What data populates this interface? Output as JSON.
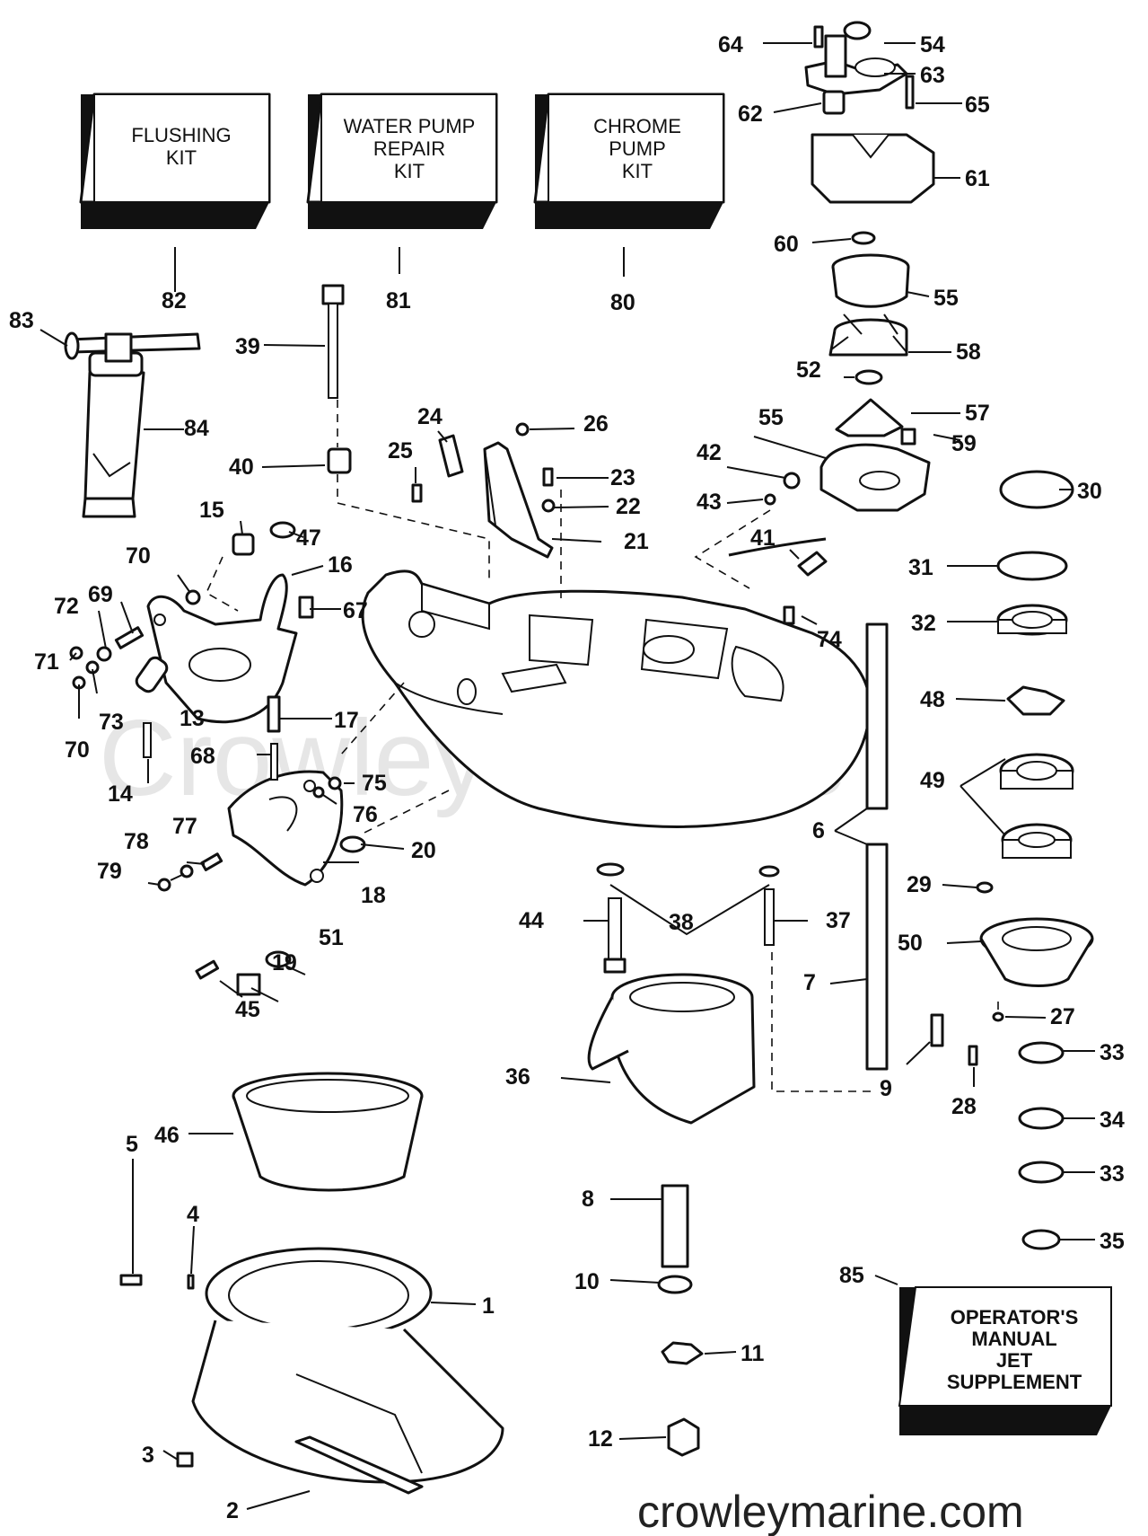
{
  "watermark": "Crowley Marine",
  "site_label": "crowleymarine.com",
  "kits": {
    "flushing": [
      "FLUSHING",
      "KIT"
    ],
    "water_pump": [
      "WATER PUMP",
      "REPAIR",
      "KIT"
    ],
    "chrome_pump": [
      "CHROME",
      "PUMP",
      "KIT"
    ],
    "manual": [
      "OPERATOR'S",
      "MANUAL",
      "JET",
      "SUPPLEMENT"
    ]
  },
  "callouts": {
    "c1": "1",
    "c2": "2",
    "c3": "3",
    "c4": "4",
    "c5": "5",
    "c6": "6",
    "c7": "7",
    "c8": "8",
    "c9": "9",
    "c10": "10",
    "c11": "11",
    "c12": "12",
    "c13": "13",
    "c14": "14",
    "c15": "15",
    "c16": "16",
    "c17": "17",
    "c18": "18",
    "c19": "19",
    "c20": "20",
    "c21": "21",
    "c22": "22",
    "c23": "23",
    "c24": "24",
    "c25": "25",
    "c26": "26",
    "c27": "27",
    "c28": "28",
    "c29": "29",
    "c30": "30",
    "c31": "31",
    "c32": "32",
    "c33": "33",
    "c34": "34",
    "c35": "35",
    "c36": "36",
    "c37": "37",
    "c38": "38",
    "c39": "39",
    "c40": "40",
    "c41": "41",
    "c42": "42",
    "c43": "43",
    "c44": "44",
    "c45": "45",
    "c46": "46",
    "c47": "47",
    "c48": "48",
    "c49": "49",
    "c50": "50",
    "c51": "51",
    "c52": "52",
    "c54": "54",
    "c55": "55",
    "c57": "57",
    "c58": "58",
    "c59": "59",
    "c60": "60",
    "c61": "61",
    "c62": "62",
    "c63": "63",
    "c64": "64",
    "c65": "65",
    "c67": "67",
    "c68": "68",
    "c69": "69",
    "c70": "70",
    "c71": "71",
    "c72": "72",
    "c73": "73",
    "c74": "74",
    "c75": "75",
    "c76": "76",
    "c77": "77",
    "c78": "78",
    "c79": "79",
    "c80": "80",
    "c81": "81",
    "c82": "82",
    "c83": "83",
    "c84": "84",
    "c85": "85"
  }
}
